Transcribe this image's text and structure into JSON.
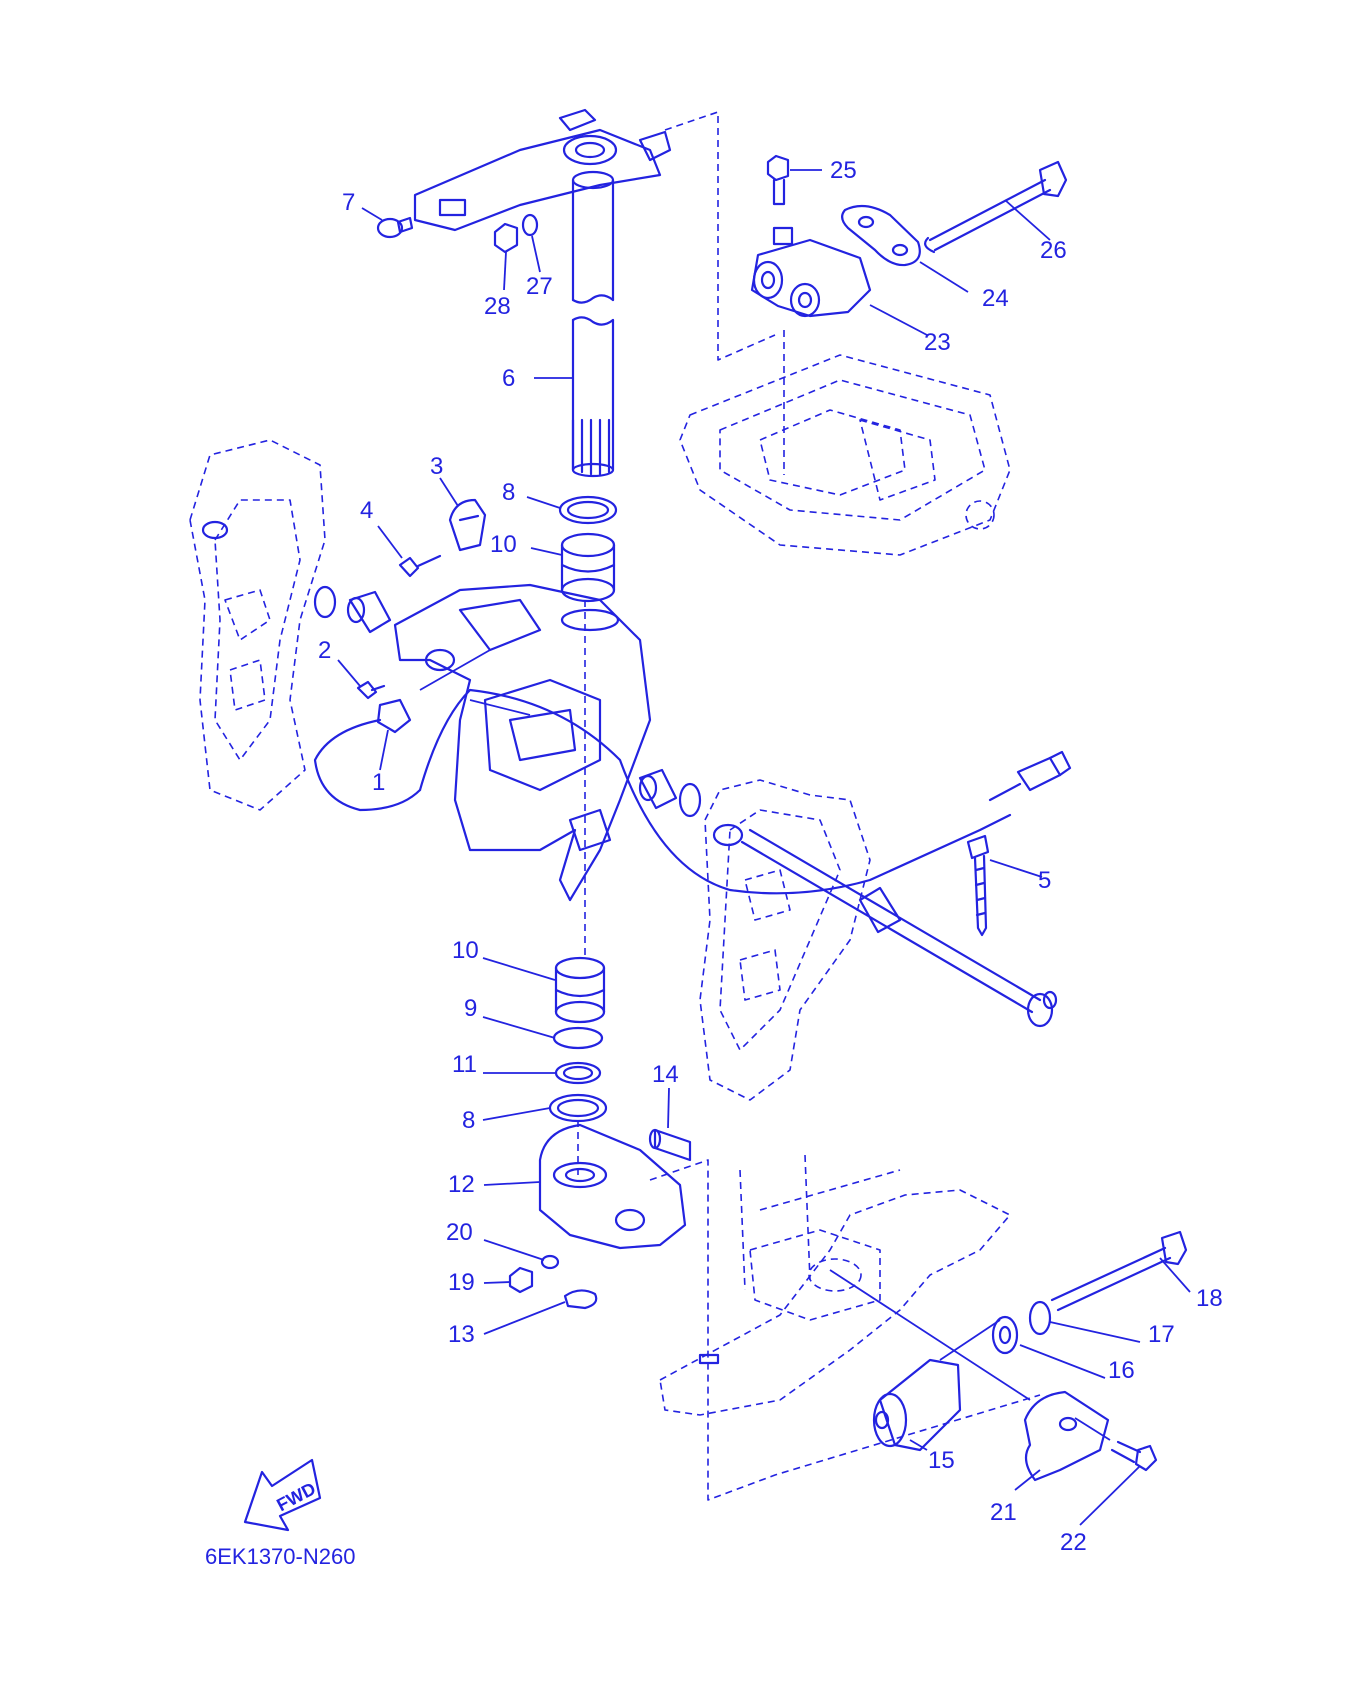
{
  "diagram": {
    "code": "6EK1370-N260",
    "fwd_label": "FWD",
    "color": "#2323e0",
    "callouts": [
      "1",
      "2",
      "3",
      "4",
      "5",
      "6",
      "7",
      "8",
      "8",
      "9",
      "10",
      "10",
      "11",
      "12",
      "13",
      "14",
      "15",
      "16",
      "17",
      "18",
      "19",
      "20",
      "21",
      "22",
      "23",
      "24",
      "25",
      "26",
      "27",
      "28"
    ]
  }
}
